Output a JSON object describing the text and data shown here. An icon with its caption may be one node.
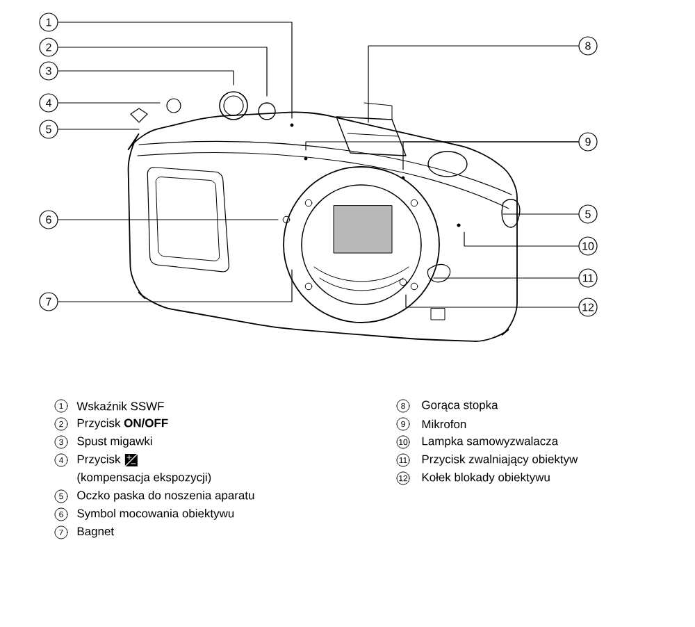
{
  "diagram": {
    "nodes": [
      {
        "text": [
          "1"
        ]
      },
      {
        "text": [
          "2"
        ]
      },
      {
        "text": [
          "3"
        ]
      },
      {
        "text": [
          "4"
        ]
      },
      {
        "text": [
          "5"
        ]
      },
      {
        "text": [
          "6"
        ]
      },
      {
        "text": [
          "7"
        ]
      },
      {
        "text": [
          "8"
        ]
      },
      {
        "text": [
          "9"
        ]
      },
      {
        "text": [
          "5"
        ]
      },
      {
        "text": [
          "10"
        ]
      },
      {
        "text": [
          "11"
        ]
      },
      {
        "text": [
          "12"
        ]
      }
    ],
    "edges": [
      {
        "from": 0,
        "to": null,
        "arrow": "none"
      },
      {
        "from": 1,
        "to": null,
        "arrow": "none"
      },
      {
        "from": 2,
        "to": null,
        "arrow": "none"
      },
      {
        "from": 3,
        "to": null,
        "arrow": "none"
      },
      {
        "from": 4,
        "to": null,
        "arrow": "none"
      },
      {
        "from": 5,
        "to": null,
        "arrow": "none"
      },
      {
        "from": 6,
        "to": null,
        "arrow": "none"
      },
      {
        "from": 7,
        "to": null,
        "arrow": "none"
      },
      {
        "from": 8,
        "to": null,
        "arrow": "none"
      },
      {
        "from": 8,
        "to": null,
        "arrow": "none"
      },
      {
        "from": 9,
        "to": null,
        "arrow": "none"
      },
      {
        "from": 10,
        "to": null,
        "arrow": "none"
      },
      {
        "from": 11,
        "to": null,
        "arrow": "none"
      },
      {
        "from": 12,
        "to": null,
        "arrow": "none"
      }
    ],
    "labels": [
      "1",
      "Wskaźnik SSWF",
      "2",
      "Przycisk **ON/OFF**",
      "3",
      "Spust migawki",
      "4",
      "Przycisk",
      "(kompensacja ekspozycji)",
      "5",
      "Oczko paska do noszenia aparatu",
      "6",
      "Symbol mocowania obiektywu",
      "7",
      "Bagnet",
      "8",
      "Gorąca stopka",
      "9",
      "Mikrofon",
      "10",
      "Lampka samowyzwalacza",
      "11",
      "Przycisk zwalniający obiektyw",
      "12",
      "Kołek blokady obiektywu"
    ]
  }
}
